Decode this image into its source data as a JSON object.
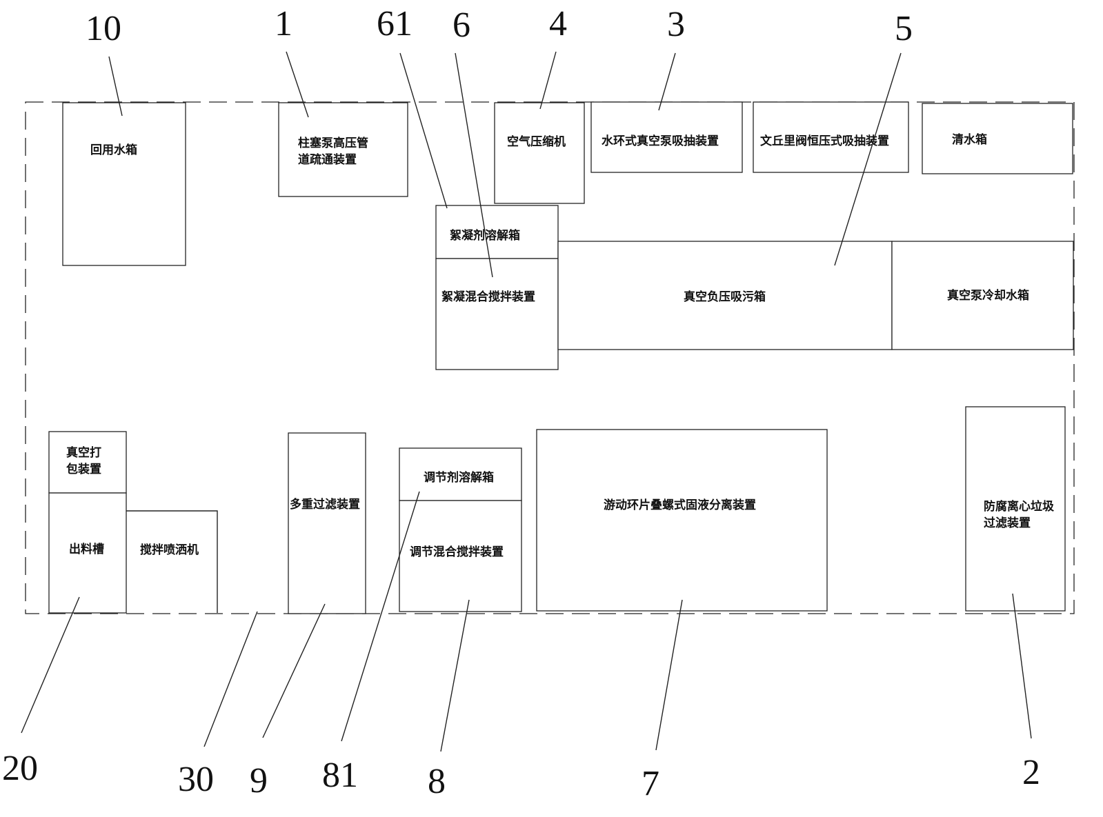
{
  "numbers": {
    "n10": "10",
    "n1": "1",
    "n61": "61",
    "n6": "6",
    "n4": "4",
    "n3": "3",
    "n5": "5",
    "n20": "20",
    "n30": "30",
    "n9": "9",
    "n81": "81",
    "n8": "8",
    "n7": "7",
    "n2": "2"
  },
  "labels": {
    "recycled_water_tank": "回用水箱",
    "plunger_pump_line1": "柱塞泵高压管",
    "plunger_pump_line2": "道疏通装置",
    "air_compressor": "空气压缩机",
    "water_ring_vacuum": "水环式真空泵吸抽装置",
    "venturi_suction": "文丘里阀恒压式吸抽装置",
    "clean_water_tank": "清水箱",
    "flocculant_dissolving_tank": "絮凝剂溶解箱",
    "flocculation_mixing": "絮凝混合搅拌装置",
    "vacuum_sewage_tank": "真空负压吸污箱",
    "vacuum_pump_cooling_tank": "真空泵冷却水箱",
    "vacuum_packing_line1": "真空打",
    "vacuum_packing_line2": "包装置",
    "discharge_trough": "出料槽",
    "mixing_sprayer": "搅拌喷洒机",
    "multi_filter": "多重过滤装置",
    "regulator_dissolving_tank": "调节剂溶解箱",
    "regulator_mixing": "调节混合搅拌装置",
    "screw_separator": "游动环片叠螺式固液分离装置",
    "centrifugal_filter_line1": "防腐离心垃圾",
    "centrifugal_filter_line2": "过滤装置"
  }
}
